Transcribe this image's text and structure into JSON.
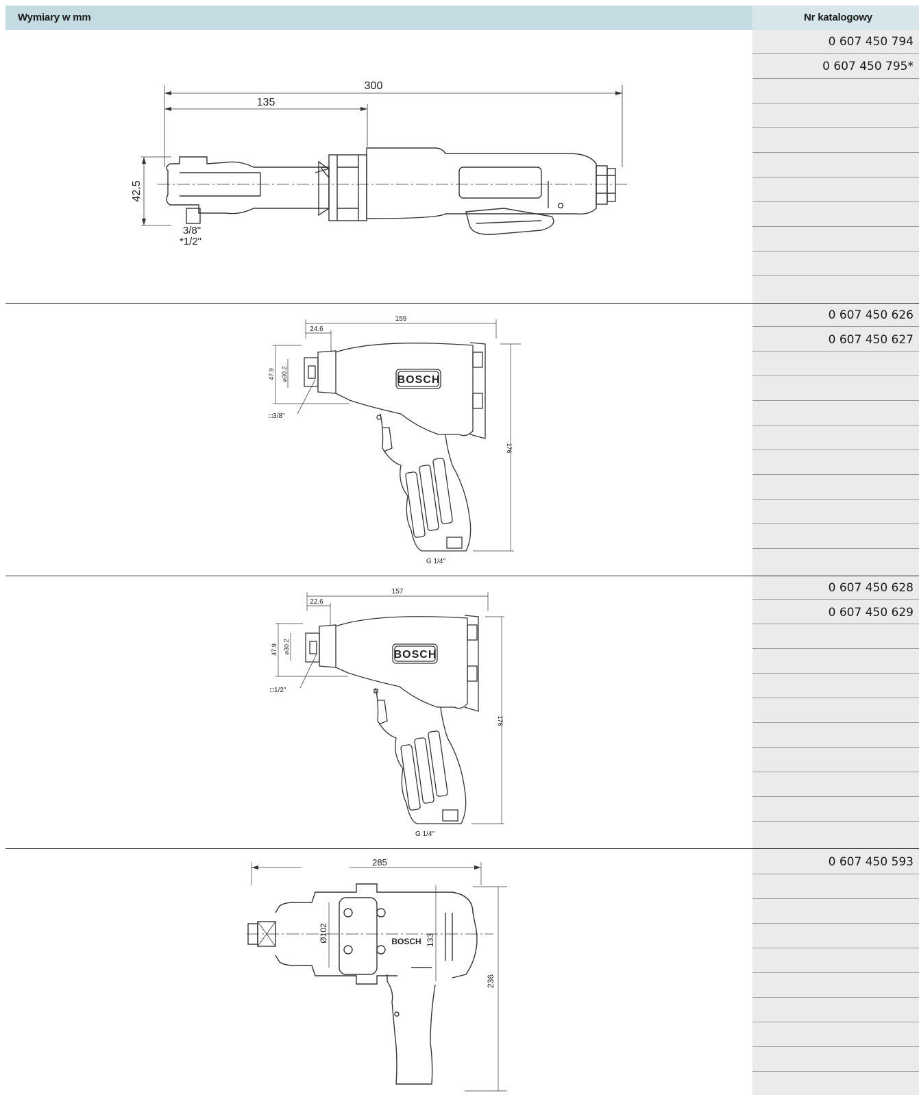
{
  "header": {
    "left_label": "Wymiary w mm",
    "right_label": "Nr katalogowy"
  },
  "sections": [
    {
      "catalog_numbers": [
        "0 607 450 794",
        "0 607 450 795*"
      ],
      "dims": {
        "overall": "300",
        "head": "135",
        "height": "42,5",
        "drive": "3/8\"",
        "drive_alt": "*1/2\""
      }
    },
    {
      "catalog_numbers": [
        "0 607 450 626",
        "0 607 450 627"
      ],
      "dims": {
        "overall": "159",
        "nose": "24.6",
        "height": "47.9",
        "dia": "⌀30.2",
        "drive": "□3/8\"",
        "total_height": "176",
        "inlet": "G 1/4\"",
        "brand": "BOSCH"
      }
    },
    {
      "catalog_numbers": [
        "0 607 450 628",
        "0 607 450 629"
      ],
      "dims": {
        "overall": "157",
        "nose": "22.6",
        "height": "47.9",
        "dia": "⌀30.2",
        "drive": "□1/2\"",
        "total_height": "176",
        "inlet": "G 1/4\"",
        "brand": "BOSCH"
      }
    },
    {
      "catalog_numbers": [
        "0 607 450 593"
      ],
      "dims": {
        "overall": "285",
        "dia": "Ø102",
        "height": "133",
        "total_height": "236",
        "brand": "BOSCH"
      }
    }
  ],
  "colors": {
    "header_bg": "#c3dbe1",
    "catalog_column_bg": "#ebebeb",
    "line": "#222222"
  }
}
